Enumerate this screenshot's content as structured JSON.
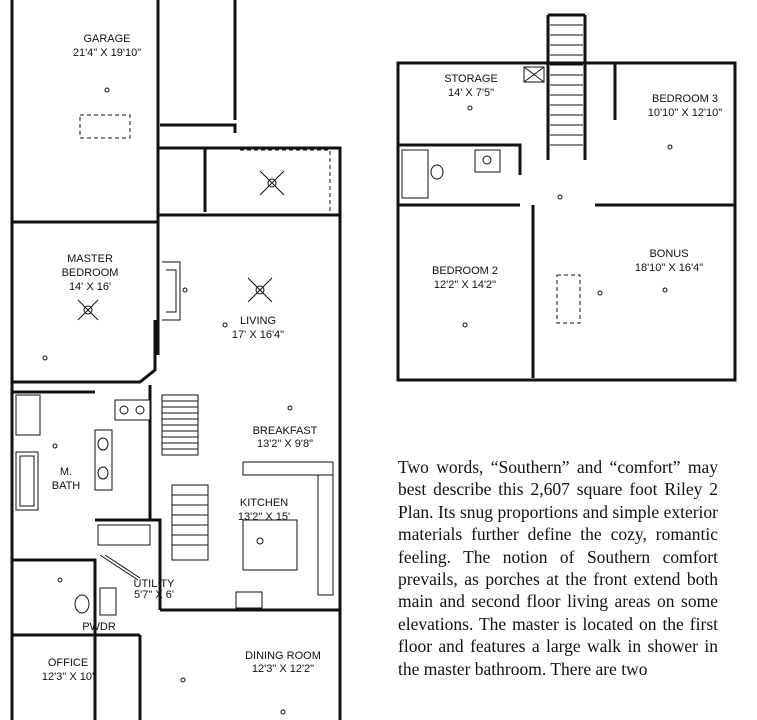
{
  "first_floor": {
    "rooms": [
      {
        "name": "GARAGE",
        "size": "21'4\" X 19'10\""
      },
      {
        "name": "MASTER BEDROOM",
        "name_lines": [
          "MASTER",
          "BEDROOM"
        ],
        "size": "14' X 16'"
      },
      {
        "name": "LIVING",
        "size": "17' X 16'4\""
      },
      {
        "name": "BREAKFAST",
        "size": "13'2\" X 9'8\""
      },
      {
        "name": "M. BATH",
        "name_lines": [
          "M.",
          "BATH"
        ]
      },
      {
        "name": "KITCHEN",
        "size": "13'2\" X 15'"
      },
      {
        "name": "UTILITY",
        "size": "5'7\" X 6'"
      },
      {
        "name": "PWDR"
      },
      {
        "name": "OFFICE",
        "size": "12'3\" X 10'"
      },
      {
        "name": "DINING ROOM",
        "size": "12'3\" X 12'2\""
      }
    ]
  },
  "second_floor": {
    "rooms": [
      {
        "name": "STORAGE",
        "size": "14' X 7'5\""
      },
      {
        "name": "BEDROOM 3",
        "size": "10'10\" X 12'10\""
      },
      {
        "name": "BEDROOM 2",
        "size": "12'2\" X 14'2\""
      },
      {
        "name": "BONUS",
        "size": "18'10\" X 16'4\""
      }
    ]
  },
  "description": "Two words, “Southern” and “comfort” may best describe this 2,607 square foot Riley 2 Plan. Its snug proportions and simple exterior materials further define the cozy, romantic feeling. The notion of Southern comfort prevails, as porches at the front extend both main and second floor living areas on some elevations. The master is located on the first floor and features a large walk in shower in the master bathroom. There are two"
}
